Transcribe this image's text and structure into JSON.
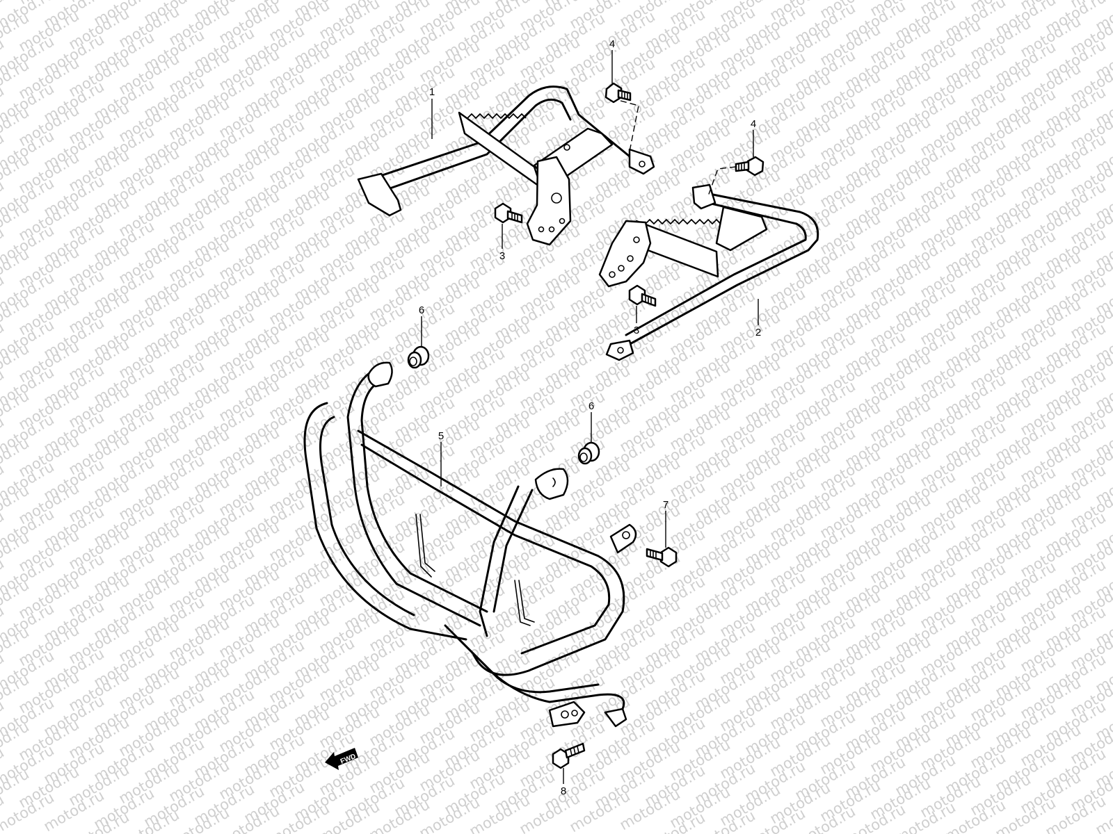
{
  "watermark": {
    "text": "motod.ru",
    "color": "#cfcfcf"
  },
  "diagram": {
    "callouts": [
      {
        "id": "1",
        "label": "1"
      },
      {
        "id": "2",
        "label": "2"
      },
      {
        "id": "3a",
        "label": "3"
      },
      {
        "id": "3b",
        "label": "3"
      },
      {
        "id": "4a",
        "label": "4"
      },
      {
        "id": "4b",
        "label": "4"
      },
      {
        "id": "5",
        "label": "5"
      },
      {
        "id": "6a",
        "label": "6"
      },
      {
        "id": "6b",
        "label": "6"
      },
      {
        "id": "7",
        "label": "7"
      },
      {
        "id": "8",
        "label": "8"
      }
    ],
    "forward_arrow": {
      "label": "FWD"
    }
  }
}
